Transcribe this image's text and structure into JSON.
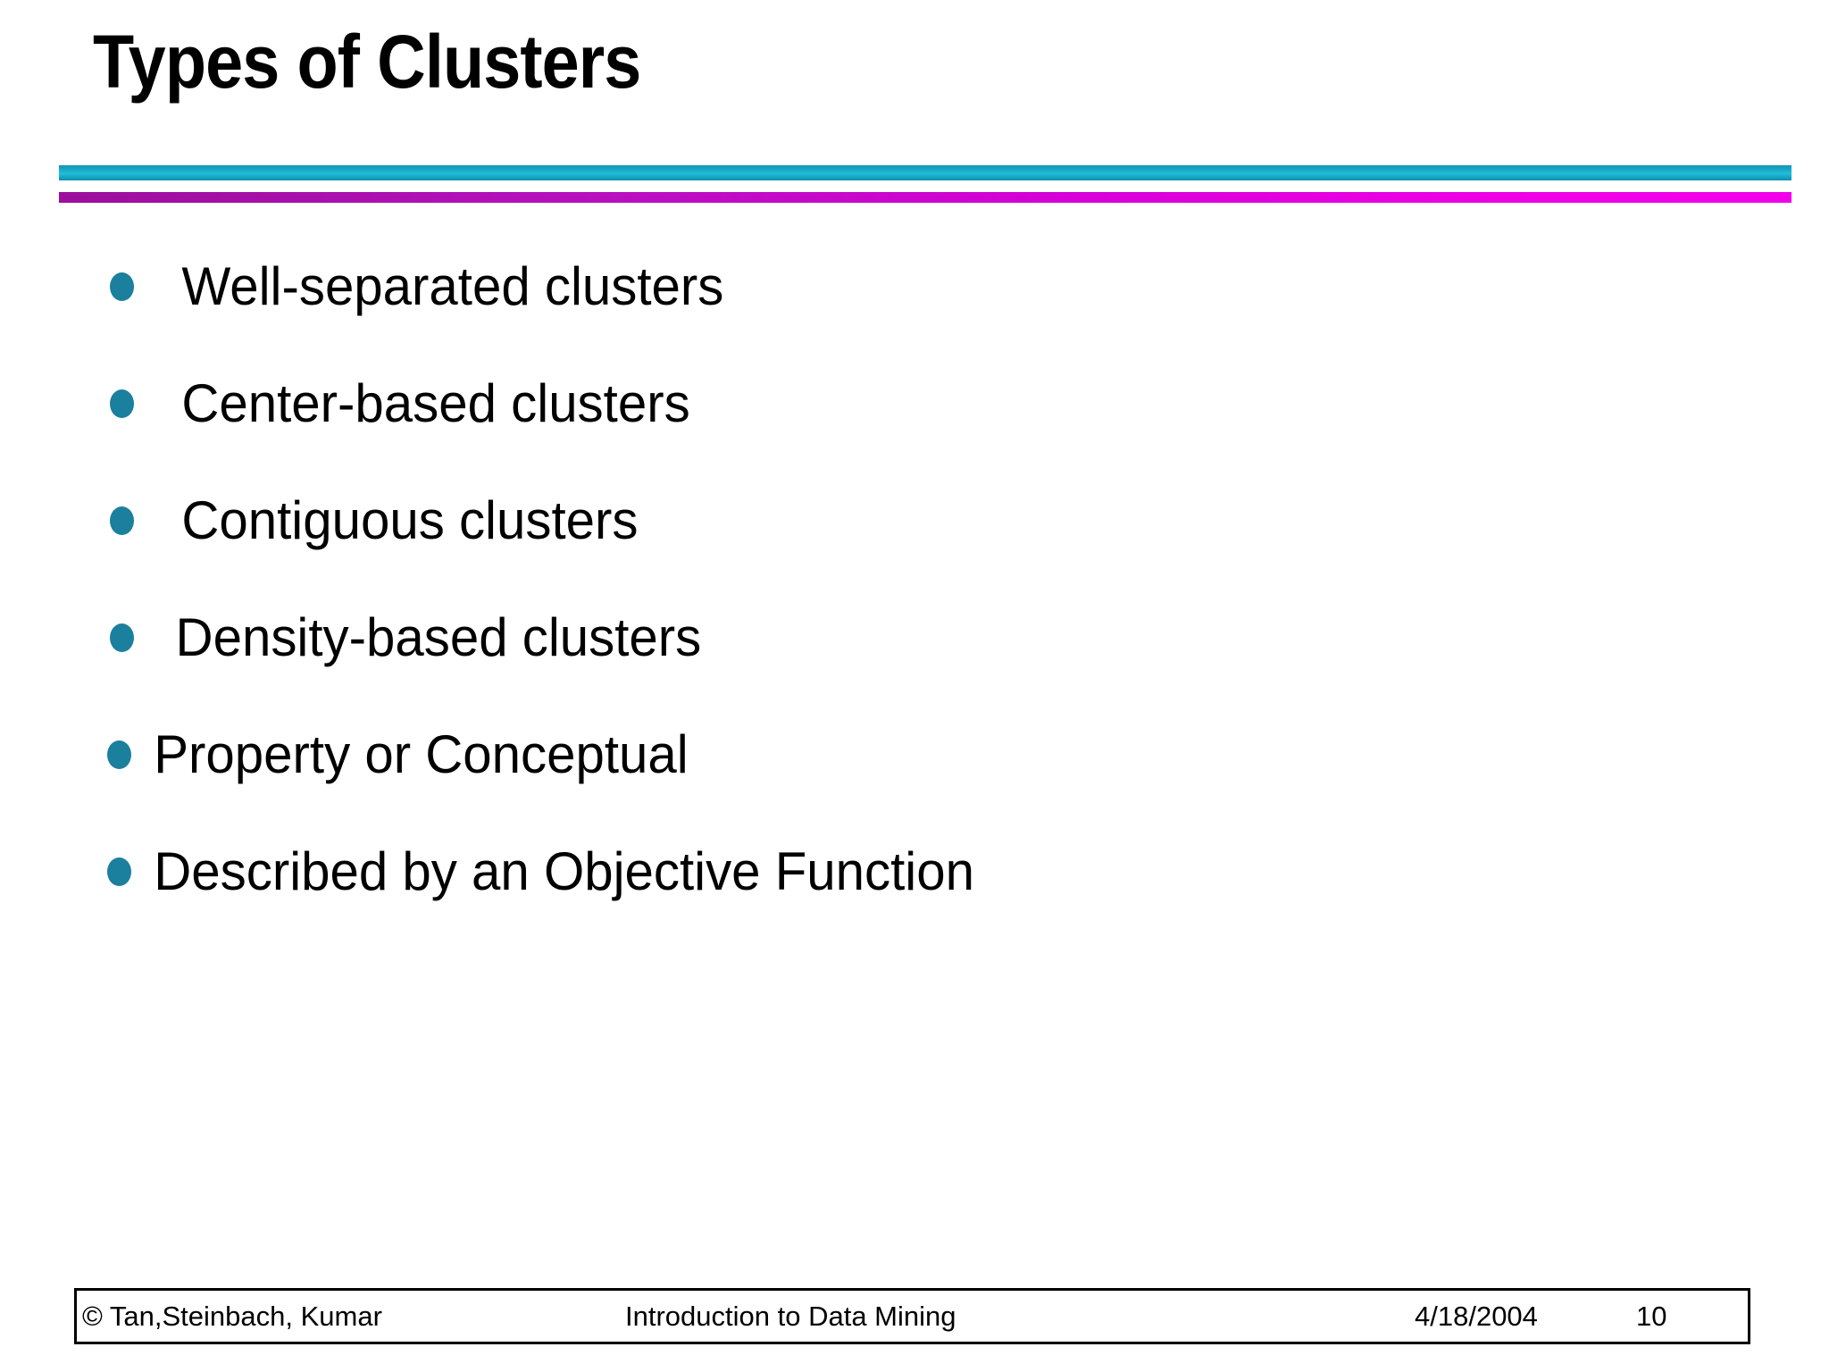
{
  "slide": {
    "title": "Types of Clusters",
    "divider": {
      "teal_color": "#17a6c6",
      "magenta_color": "#d800d8"
    },
    "bullet_color": "#1b7f9e",
    "bullets": [
      {
        "label": "Well-separated clusters"
      },
      {
        "label": "Center-based clusters"
      },
      {
        "label": "Contiguous clusters"
      },
      {
        "label": "Density-based clusters"
      },
      {
        "label": "Property or Conceptual"
      },
      {
        "label": "Described by an Objective Function"
      }
    ],
    "footer": {
      "copyright": "© Tan,Steinbach, Kumar",
      "center": "Introduction to Data Mining",
      "date": "4/18/2004",
      "page_number": "10"
    }
  }
}
